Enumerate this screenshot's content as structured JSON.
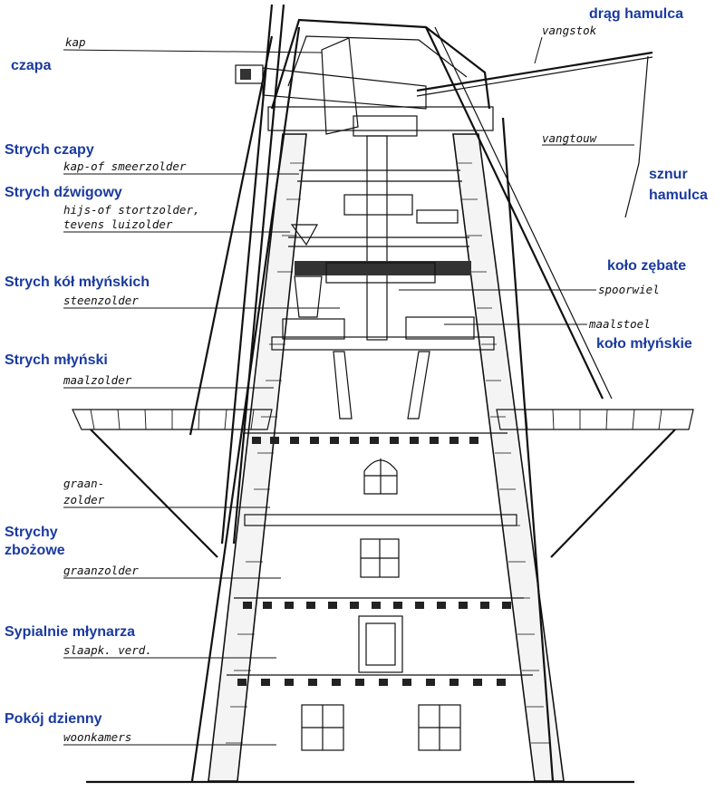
{
  "labels_pl": {
    "czapa": "czapa",
    "drag_hamulca": "drąg hamulca",
    "strych_czapy": "Strych czapy",
    "strych_dzwigowy": "Strych dźwigowy",
    "sznur_line1": "sznur",
    "sznur_line2": "hamulca",
    "strych_kol": "Strych kół młyńskich",
    "kolo_zebate": "koło zębate",
    "kolo_mlynskie": "koło młyńskie",
    "strych_mlynski": "Strych młyński",
    "strychy_line1": "Strychy",
    "strychy_line2": "zbożowe",
    "sypialnie": "Sypialnie młynarza",
    "pokoj": "Pokój dzienny"
  },
  "labels_nl": {
    "kap": "kap",
    "vangstok": "vangstok",
    "vangtouw": "vangtouw",
    "kap_smeerzolder": "kap-of smeerzolder",
    "hijs_line1": "hijs-of stortzolder,",
    "hijs_line2": "tevens luizolder",
    "spoorwiel": "spoorwiel",
    "steenzolder": "steenzolder",
    "maalstoel": "maalstoel",
    "maalzolder": "maalzolder",
    "graan_line1": "graan-",
    "graan_line2": "zolder",
    "graanzolder": "graanzolder",
    "slaapk": "slaapk. verd.",
    "woonkamers": "woonkamers"
  },
  "colors": {
    "polish_label": "#1a3a9e",
    "drawing": "#111111"
  }
}
